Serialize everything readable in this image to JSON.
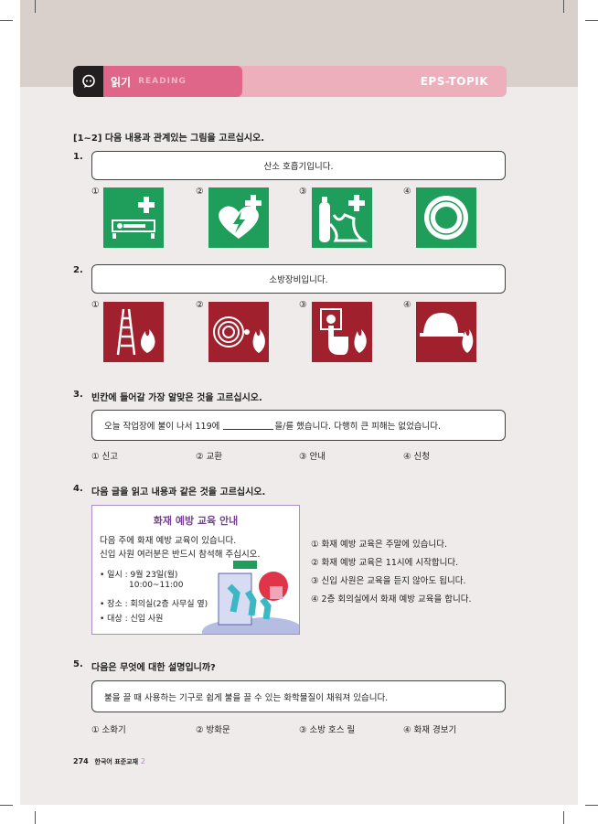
{
  "header": {
    "section_ko": "읽기",
    "section_en": "READING",
    "brand": "EPS-TOPIK"
  },
  "instruction": "[1~2] 다음 내용과 관계있는 그림을 고르십시오.",
  "q1": {
    "num": "1.",
    "text": "산소 호흡기입니다.",
    "markers": [
      "①",
      "②",
      "③",
      "④"
    ],
    "icons": [
      "stretcher-sign-icon",
      "defibrillator-sign-icon",
      "oxygen-respirator-sign-icon",
      "life-ring-sign-icon"
    ]
  },
  "q2": {
    "num": "2.",
    "text": "소방장비입니다.",
    "markers": [
      "①",
      "②",
      "③",
      "④"
    ],
    "icons": [
      "fire-ladder-sign-icon",
      "fire-hose-sign-icon",
      "fire-alarm-button-sign-icon",
      "fire-helmet-sign-icon"
    ]
  },
  "q3": {
    "num": "3.",
    "title": "빈칸에 들어갈 가장 알맞은 것을 고르십시오.",
    "text_before": "오늘 작업장에 불이 나서 119에",
    "text_after": "을/를 했습니다. 다행히 큰 피해는 없었습니다.",
    "options": [
      "① 신고",
      "② 교환",
      "③ 안내",
      "④ 신청"
    ]
  },
  "q4": {
    "num": "4.",
    "title": "다음 글을 읽고 내용과 같은 것을 고르십시오.",
    "notice": {
      "title": "화재 예방 교육 안내",
      "line1": "다음 주에 화재 예방 교육이 있습니다.",
      "line2": "신입 사원 여러분은 반드시 참석해 주십시오.",
      "date": "• 일시 : 9월 23일(월)",
      "time": "10:00~11:00",
      "place": "• 장소 : 회의실(2층 사무실 옆)",
      "target": "• 대상 : 신입 사원"
    },
    "options": [
      "① 화재 예방 교육은 주말에 있습니다.",
      "② 화재 예방 교육은 11시에 시작합니다.",
      "③ 신입 사원은 교육을 듣지 않아도 됩니다.",
      "④ 2층 회의실에서 화재 예방 교육을 합니다."
    ]
  },
  "q5": {
    "num": "5.",
    "title": "다음은 무엇에 대한 설명입니까?",
    "text": "불을 끌 때 사용하는 기구로 쉽게 불을 끌 수 있는 화학물질이 채워져 있습니다.",
    "options": [
      "① 소화기",
      "② 방화문",
      "③ 소방 호스 릴",
      "④ 화재 경보기"
    ]
  },
  "footer": {
    "page": "274",
    "book": "한국어 표준교재",
    "vol": "2"
  },
  "colors": {
    "green": "#1f9d5a",
    "red": "#a0212d",
    "pink": "#df6688",
    "light_pink": "#ecafbb"
  }
}
